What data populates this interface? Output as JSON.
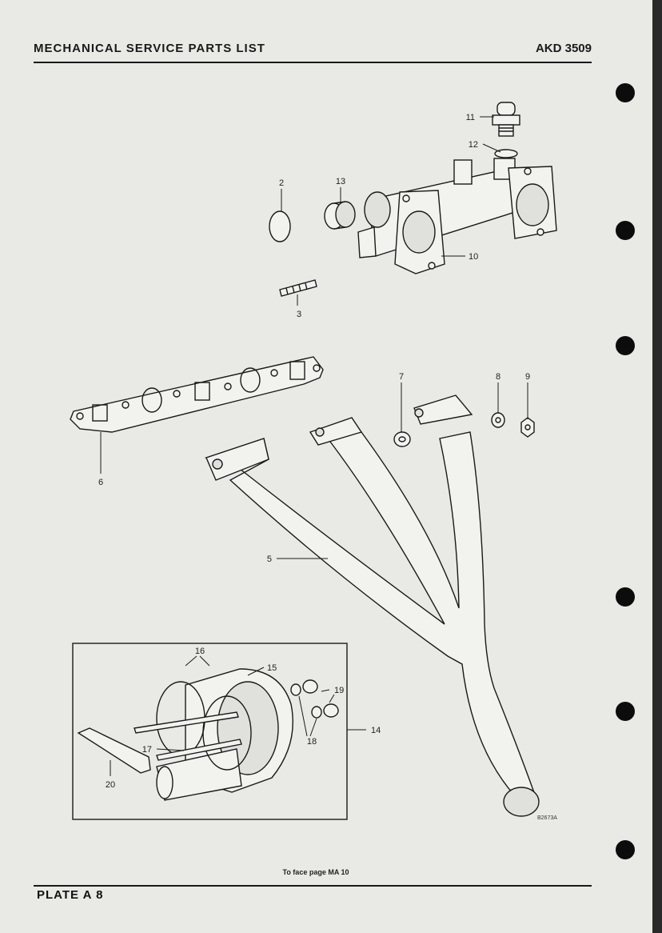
{
  "header": {
    "title": "MECHANICAL SERVICE PARTS LIST",
    "code": "AKD 3509"
  },
  "labels": {
    "p2": "2",
    "p3": "3",
    "p5": "5",
    "p6": "6",
    "p7": "7",
    "p8": "8",
    "p9": "9",
    "p10": "10",
    "p11": "11",
    "p12": "12",
    "p13": "13",
    "p14": "14",
    "p15": "15",
    "p16": "16",
    "p17": "17",
    "p18": "18",
    "p19": "19",
    "p20": "20"
  },
  "drawing_ref": "B2673A",
  "caption": "To face page MA 10",
  "footer": {
    "plate": "PLATE A 8"
  },
  "colors": {
    "paper": "#e9e9e6",
    "ink": "#1a1a1a"
  }
}
